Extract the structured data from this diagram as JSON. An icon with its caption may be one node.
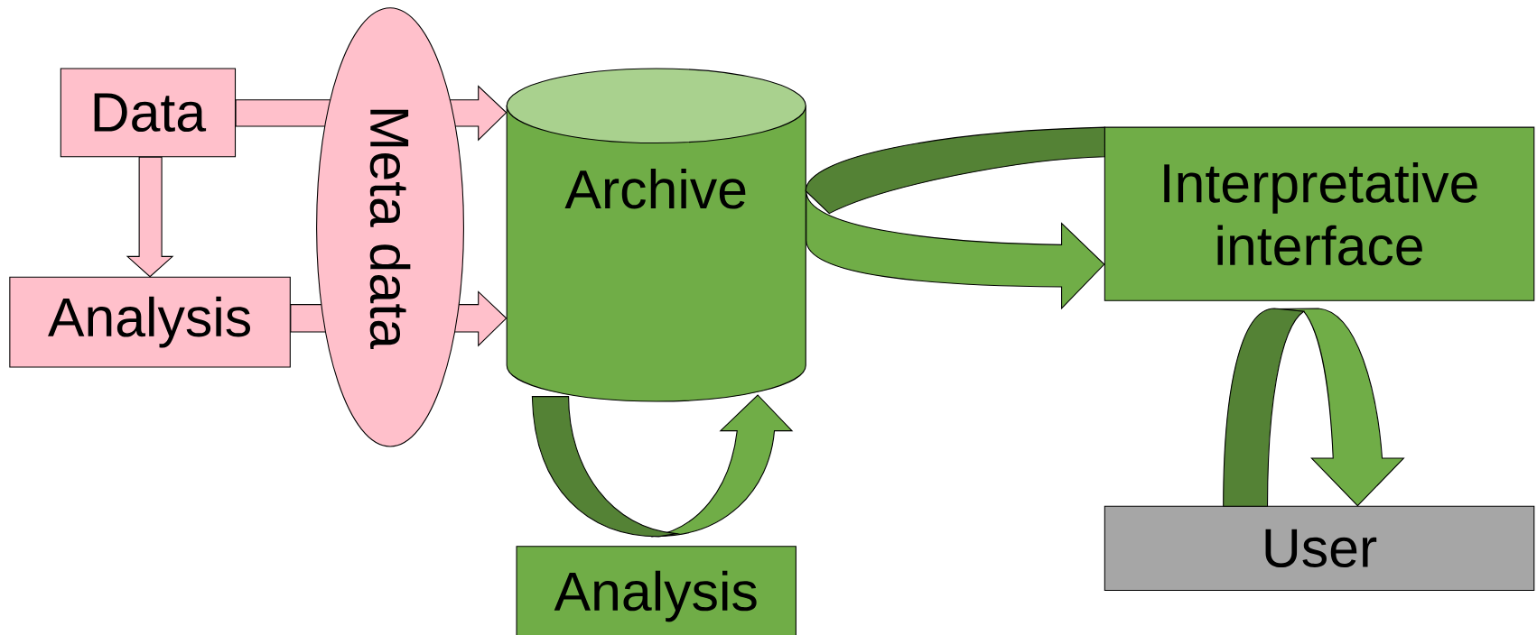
{
  "diagram": {
    "nodes": [
      {
        "text": [
          "Data"
        ]
      },
      {
        "text": [
          "Analysis"
        ]
      },
      {
        "text": [
          "Meta data"
        ]
      },
      {
        "text": [
          "Archive"
        ]
      },
      {
        "text": [
          "Interpretative interface"
        ]
      },
      {
        "text": [
          "User"
        ]
      },
      {
        "text": [
          "Analysis"
        ]
      }
    ],
    "edges": [
      {
        "from": 0,
        "to": 1,
        "arrow": "to",
        "color": "#ffc0cb"
      },
      {
        "from": 0,
        "to": 3,
        "arrow": "to",
        "color": "#ffc0cb"
      },
      {
        "from": 1,
        "to": 3,
        "arrow": "to",
        "color": "#ffc0cb"
      },
      {
        "from": 3,
        "to": 4,
        "arrow": "to"
      },
      {
        "from": 6,
        "to": 3,
        "arrow": "to"
      },
      {
        "from": 4,
        "to": 5,
        "arrow": "to"
      }
    ]
  }
}
